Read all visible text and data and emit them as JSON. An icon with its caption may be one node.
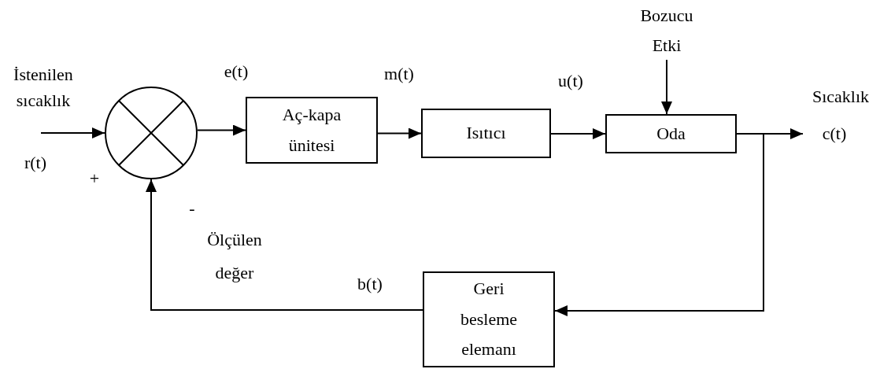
{
  "diagram": {
    "nodes": [
      {
        "text": [
          "Bozucu Etki"
        ]
      },
      {
        "text": [],
        "shape": "circle"
      },
      {
        "text": [
          "Aç-kapa ünitesi"
        ]
      },
      {
        "text": [
          "Isıtıcı"
        ]
      },
      {
        "text": [
          "Oda"
        ]
      },
      {
        "text": [
          "c(t)"
        ]
      },
      {
        "text": [
          "Geri besleme elemanı"
        ]
      }
    ],
    "edges": [
      {
        "from": null,
        "to": 1,
        "arrow": "to"
      },
      {
        "from": 1,
        "to": 2,
        "arrow": "to"
      },
      {
        "from": 2,
        "to": 3,
        "arrow": "to"
      },
      {
        "from": 3,
        "to": 4,
        "arrow": "to"
      },
      {
        "from": 0,
        "to": 4,
        "arrow": "to"
      },
      {
        "from": 4,
        "to": 5,
        "arrow": "to"
      },
      {
        "from": 4,
        "to": 6,
        "arrow": "to"
      },
      {
        "from": 6,
        "to": 1,
        "arrow": "to"
      }
    ],
    "labels": [
      "İstenilen sıcaklık",
      "e(t)",
      "m(t)",
      "u(t)",
      "Sıcaklık",
      "r(t)",
      "+",
      "-",
      "Ölçülen değer",
      "b(t)"
    ]
  }
}
